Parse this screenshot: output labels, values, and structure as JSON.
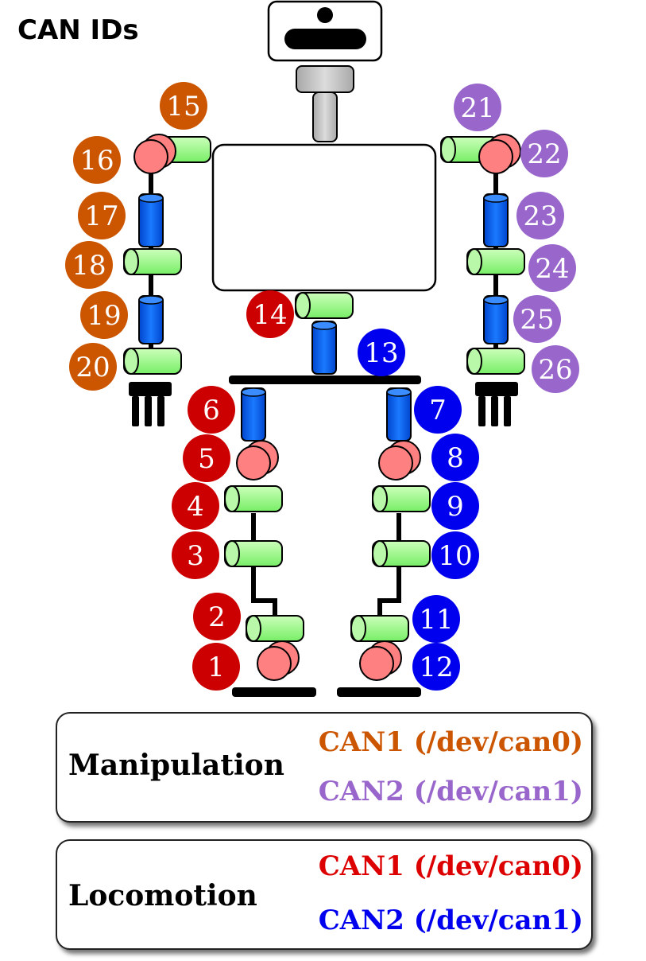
{
  "title": "CAN IDs",
  "colors": {
    "manip_can1": "#cc5500",
    "manip_can2": "#9966cc",
    "loco_can1": "#cc0000",
    "loco_can2": "#0000ee",
    "green_joint": "#99ff88",
    "blue_joint": "#0066ee",
    "pink_joint": "#ff8080",
    "gray_neck": "#c8c8c8"
  },
  "joints": [
    {
      "id": "1",
      "group": "loco_can1"
    },
    {
      "id": "2",
      "group": "loco_can1"
    },
    {
      "id": "3",
      "group": "loco_can1"
    },
    {
      "id": "4",
      "group": "loco_can1"
    },
    {
      "id": "5",
      "group": "loco_can1"
    },
    {
      "id": "6",
      "group": "loco_can1"
    },
    {
      "id": "7",
      "group": "loco_can2"
    },
    {
      "id": "8",
      "group": "loco_can2"
    },
    {
      "id": "9",
      "group": "loco_can2"
    },
    {
      "id": "10",
      "group": "loco_can2"
    },
    {
      "id": "11",
      "group": "loco_can2"
    },
    {
      "id": "12",
      "group": "loco_can2"
    },
    {
      "id": "13",
      "group": "loco_can2"
    },
    {
      "id": "14",
      "group": "loco_can1"
    },
    {
      "id": "15",
      "group": "manip_can1"
    },
    {
      "id": "16",
      "group": "manip_can1"
    },
    {
      "id": "17",
      "group": "manip_can1"
    },
    {
      "id": "18",
      "group": "manip_can1"
    },
    {
      "id": "19",
      "group": "manip_can1"
    },
    {
      "id": "20",
      "group": "manip_can1"
    },
    {
      "id": "21",
      "group": "manip_can2"
    },
    {
      "id": "22",
      "group": "manip_can2"
    },
    {
      "id": "23",
      "group": "manip_can2"
    },
    {
      "id": "24",
      "group": "manip_can2"
    },
    {
      "id": "25",
      "group": "manip_can2"
    },
    {
      "id": "26",
      "group": "manip_can2"
    }
  ],
  "legend": {
    "manipulation": {
      "name": "Manipulation",
      "can1": "CAN1 (/dev/can0)",
      "can2": "CAN2 (/dev/can1)"
    },
    "locomotion": {
      "name": "Locomotion",
      "can1": "CAN1 (/dev/can0)",
      "can2": "CAN2 (/dev/can1)"
    }
  }
}
